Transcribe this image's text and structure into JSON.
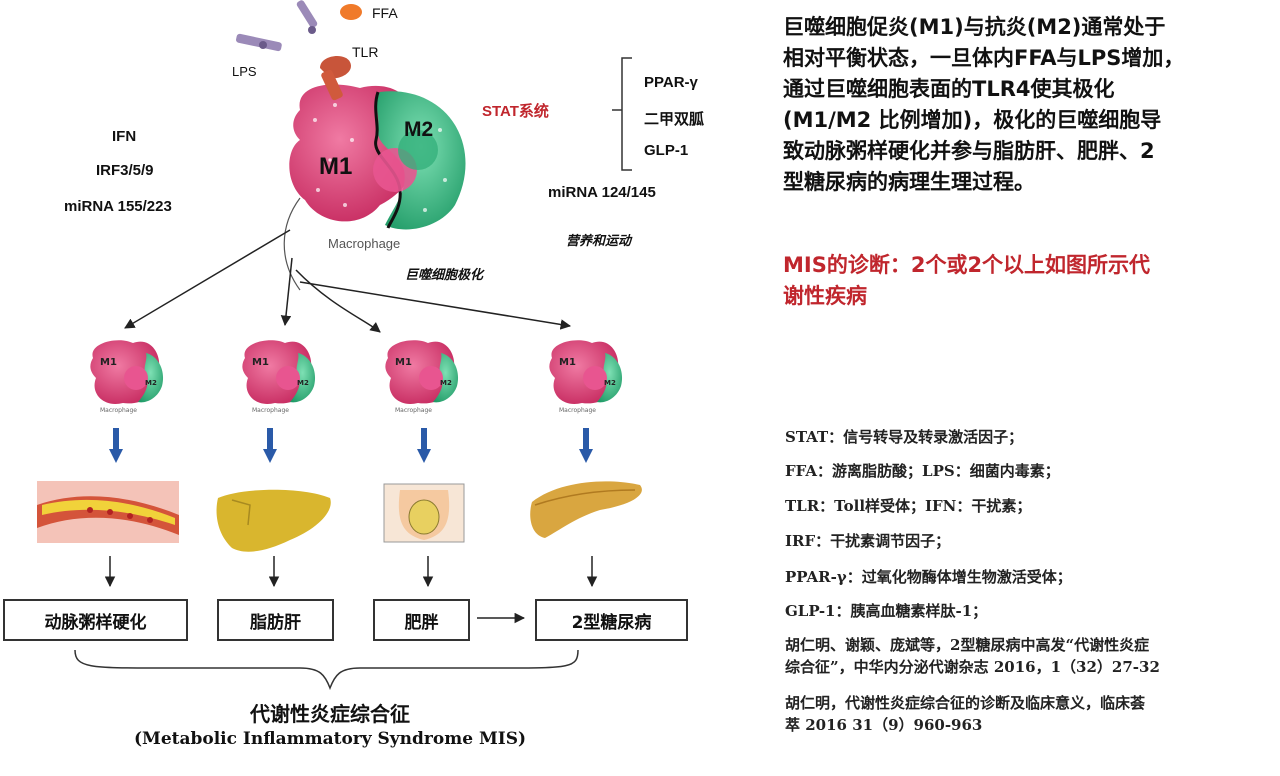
{
  "top_labels": {
    "ffa": "FFA",
    "tlr": "TLR",
    "lps": "LPS",
    "stat": "STAT系统",
    "m1": "M1",
    "m2": "M2",
    "macrophage": "Macrophage",
    "polarization": "巨噬细胞极化"
  },
  "left_factors": [
    "IFN",
    "IRF3/5/9",
    "miRNA 155/223"
  ],
  "right_factors": [
    "PPAR-γ",
    "二甲双胍",
    "GLP-1"
  ],
  "mirna_right": "miRNA 124/145",
  "nutrition": "营养和运动",
  "small_macrophage": {
    "m1": "M1",
    "m2": "M2",
    "label": "Macrophage"
  },
  "outcomes": [
    "动脉粥样硬化",
    "脂肪肝",
    "肥胖",
    "2型糖尿病"
  ],
  "syndrome": {
    "cn": "代谢性炎症综合征",
    "en": "(Metabolic Inflammatory Syndrome MIS)"
  },
  "description": [
    "巨噬细胞促炎(M1)与抗炎(M2)通常处于",
    "相对平衡状态，一旦体内FFA与LPS增加，",
    "通过巨噬细胞表面的TLR4使其极化",
    "(M1/M2 比例增加)，极化的巨噬细胞导",
    "致动脉粥样硬化并参与脂肪肝、肥胖、2",
    "型糖尿病的病理生理过程。"
  ],
  "diagnosis": [
    "MIS的诊断：2个或2个以上如图所示代",
    "谢性疾病"
  ],
  "glossary": [
    "STAT：信号转导及转录激活因子；",
    "FFA：游离脂肪酸；LPS：细菌内毒素；",
    "TLR：Toll样受体；IFN：干扰素；",
    "IRF：干扰素调节因子；",
    "PPAR-γ：过氧化物酶体增生物激活受体；",
    "GLP-1：胰高血糖素样肽-1；"
  ],
  "references": [
    [
      "胡仁明、谢颖、庞斌等，2型糖尿病中高发“代谢性炎症",
      "综合征”，中华内分泌代谢杂志 2016，1（32）27-32"
    ],
    [
      "胡仁明，代谢性炎症综合征的诊断及临床意义，临床荟",
      "萃 2016 31（9）960-963"
    ]
  ],
  "colors": {
    "m1": "#d6336c",
    "m2": "#2fae7a",
    "arrow_blue": "#2a5aa8",
    "red_text": "#c0262d"
  }
}
